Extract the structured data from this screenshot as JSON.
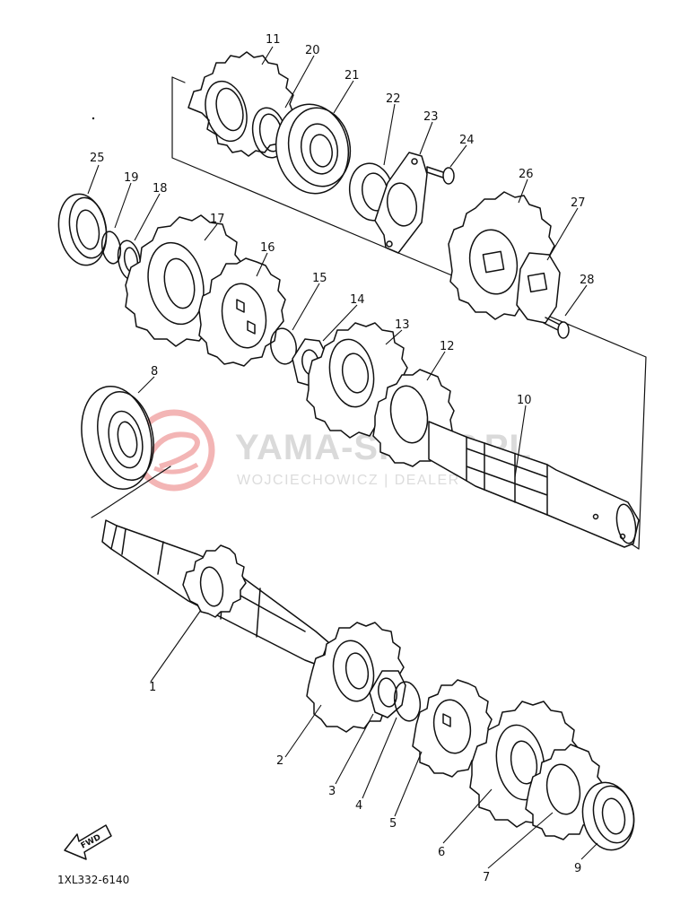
{
  "diagram": {
    "part_labels": [
      "1",
      "2",
      "3",
      "4",
      "5",
      "6",
      "7",
      "8",
      "9",
      "10",
      "11",
      "12",
      "13",
      "14",
      "15",
      "16",
      "17",
      "18",
      "19",
      "20",
      "21",
      "22",
      "23",
      "24",
      "25",
      "26",
      "27",
      "28"
    ],
    "diagram_code": "1XL332-6140",
    "direction_marker": "FWD"
  },
  "watermark": {
    "title": "YAMA-SKLEP.PL",
    "subtitle": "WOJCIECHOWICZ | DEALER",
    "logo_color": "#f3b5b5",
    "text_color": "#dadada"
  }
}
